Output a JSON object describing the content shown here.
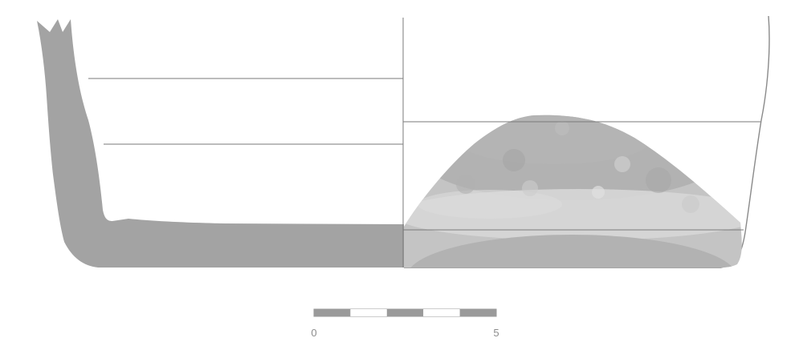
{
  "scale_bar": {
    "start_label": "0",
    "end_label": "5",
    "segments": 5
  },
  "colors": {
    "section_fill": "#a3a3a3",
    "outline": "#8a8a8a",
    "line": "#7a7a7a",
    "photo_base": "#bdbdbd",
    "photo_light": "#d9d9d9",
    "photo_dark": "#a8a8a8",
    "scale_dark": "#9a9a9a",
    "scale_light": "#ffffff"
  }
}
